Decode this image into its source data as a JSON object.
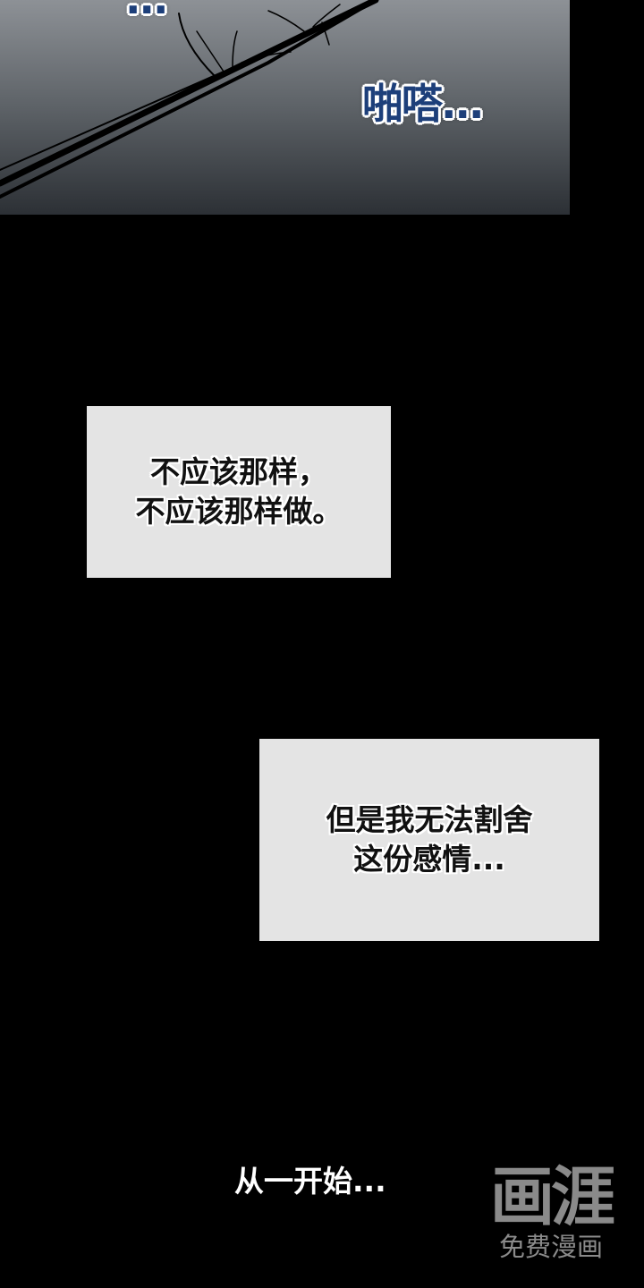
{
  "panel": {
    "sfx_top": "...",
    "sfx": "啪嗒..."
  },
  "captions": [
    {
      "lines": [
        "不应该那样，",
        "不应该那样做。"
      ]
    },
    {
      "lines": [
        "但是我无法割舍",
        "这份感情..."
      ]
    }
  ],
  "narration": "从一开始...",
  "watermark": {
    "logo": "画涯",
    "tagline": "免费漫画"
  }
}
